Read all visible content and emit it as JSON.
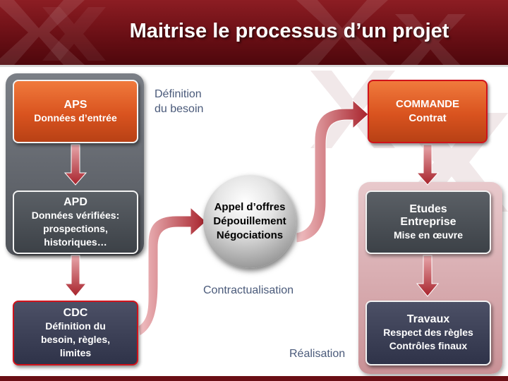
{
  "title": "Maitrise le processus  d’un projet",
  "colors": {
    "banner": "#6a0f15",
    "orange_box": "#d9531f",
    "grey_box": "#4a4f55",
    "navy_box": "#3a3e55",
    "arrow": "#b83a40",
    "label_text": "#4a5a7a"
  },
  "boxes": {
    "aps": {
      "line1": "APS",
      "line2": "Données d’entrée"
    },
    "apd": {
      "line1": "APD",
      "line2": "Données vérifiées:",
      "line3": "prospections,",
      "line4": "historiques…"
    },
    "cdc": {
      "line1": "CDC",
      "line2": "Définition du",
      "line3": "besoin, règles,",
      "line4": "limites"
    },
    "commande": {
      "line1": "COMMANDE",
      "line2": "Contrat"
    },
    "etudes": {
      "line1": "Etudes",
      "line2": "Entreprise",
      "line3": "Mise en œuvre"
    },
    "travaux": {
      "line1": "Travaux",
      "line2": "Respect des règles",
      "line3": "Contrôles finaux"
    }
  },
  "circle": {
    "line1": "Appel d’offres",
    "line2": "Dépouillement",
    "line3": "Négociations"
  },
  "labels": {
    "definition_line1": "Définition",
    "definition_line2": "du besoin",
    "contractualisation": "Contractualisation",
    "realisation": "Réalisation"
  }
}
